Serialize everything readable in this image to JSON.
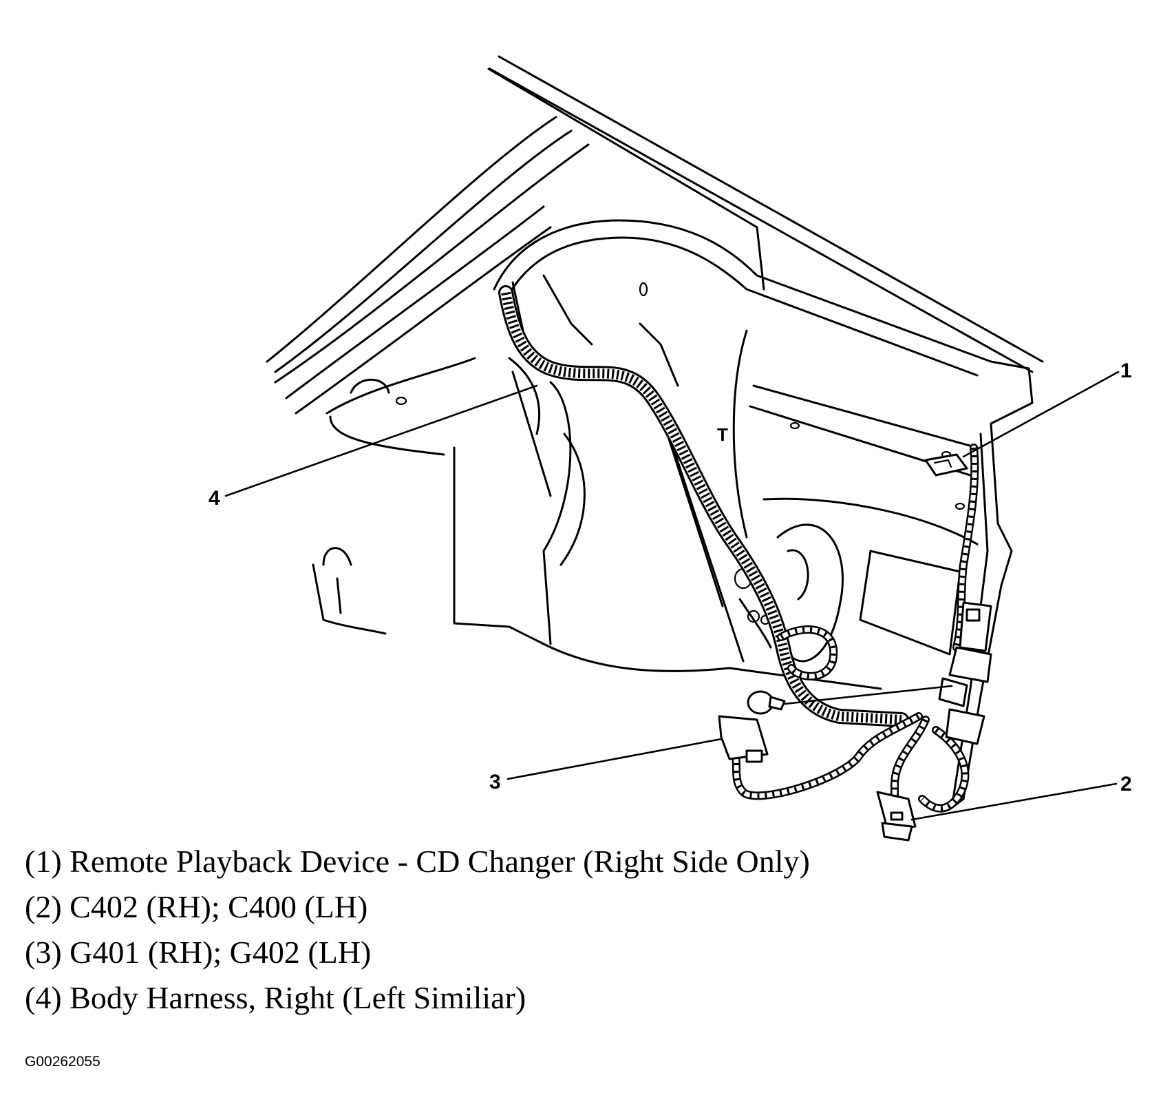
{
  "callouts": {
    "c1": "1",
    "c2": "2",
    "c3": "3",
    "c4": "4"
  },
  "legend": [
    {
      "text": "(1) Remote Playback Device - CD Changer (Right Side Only)"
    },
    {
      "text": "(2) C402 (RH); C400 (LH)"
    },
    {
      "text": "(3) G401 (RH); G402 (LH)"
    },
    {
      "text": "(4) Body Harness, Right (Left Similiar)"
    }
  ],
  "figure_id": "G00262055",
  "panel_mark": "T"
}
